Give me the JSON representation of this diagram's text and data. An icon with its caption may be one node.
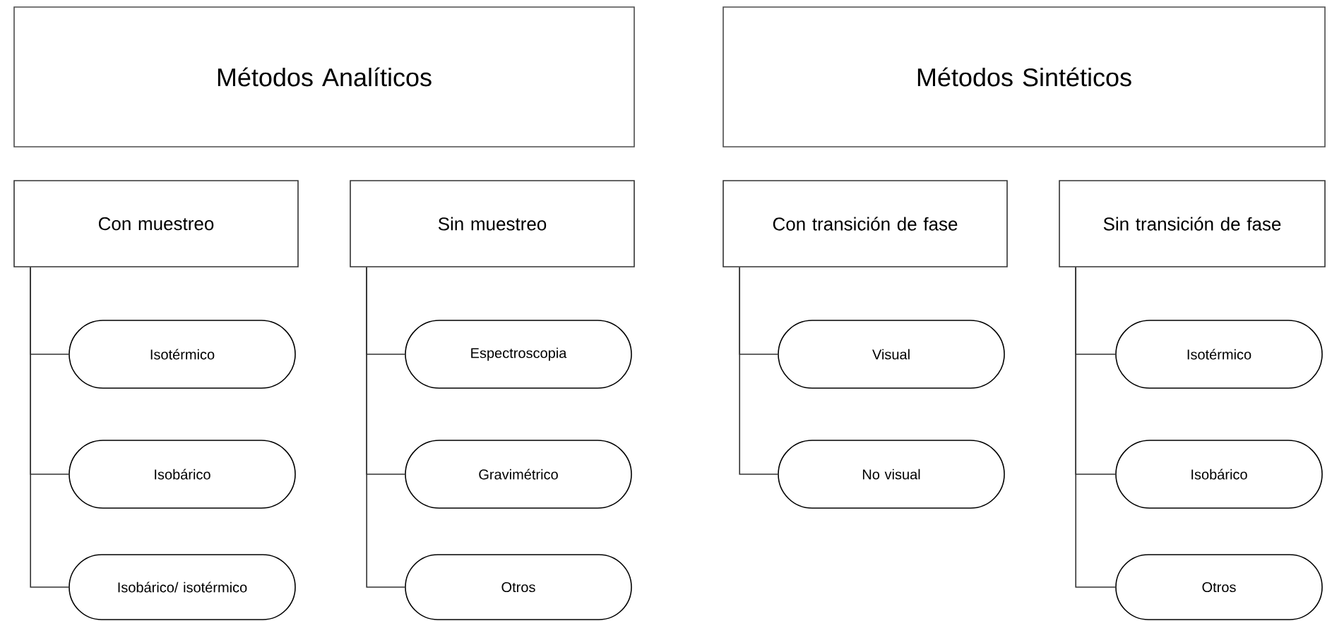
{
  "diagram": {
    "nodes": [
      {
        "text": [
          "Métodos Analíticos"
        ]
      },
      {
        "text": [
          "Con muestreo"
        ]
      },
      {
        "text": [
          "Sin muestreo"
        ]
      },
      {
        "text": [
          "Isotérmico"
        ]
      },
      {
        "text": [
          "Isobárico"
        ]
      },
      {
        "text": [
          "Isobárico/ isotérmico"
        ]
      },
      {
        "text": [
          "Espectroscopia"
        ]
      },
      {
        "text": [
          "Gravimétrico"
        ]
      },
      {
        "text": [
          "Otros"
        ]
      },
      {
        "text": [
          "Métodos Sintéticos"
        ]
      },
      {
        "text": [
          "Con transición de fase"
        ]
      },
      {
        "text": [
          "Sin transición de fase"
        ]
      },
      {
        "text": [
          "Visual"
        ]
      },
      {
        "text": [
          "No visual"
        ]
      },
      {
        "text": [
          "Isotérmico"
        ]
      },
      {
        "text": [
          "Isobárico"
        ]
      },
      {
        "text": [
          "Otros"
        ]
      }
    ],
    "edges": [
      {
        "from": 1,
        "to": 3,
        "arrow": "none"
      },
      {
        "from": 1,
        "to": 4,
        "arrow": "none"
      },
      {
        "from": 1,
        "to": 5,
        "arrow": "none"
      },
      {
        "from": 2,
        "to": 6,
        "arrow": "none"
      },
      {
        "from": 2,
        "to": 7,
        "arrow": "none"
      },
      {
        "from": 2,
        "to": 8,
        "arrow": "none"
      },
      {
        "from": 10,
        "to": 12,
        "arrow": "none"
      },
      {
        "from": 10,
        "to": 13,
        "arrow": "none"
      },
      {
        "from": 11,
        "to": 14,
        "arrow": "none"
      },
      {
        "from": 11,
        "to": 15,
        "arrow": "none"
      },
      {
        "from": 11,
        "to": 16,
        "arrow": "none"
      }
    ]
  }
}
